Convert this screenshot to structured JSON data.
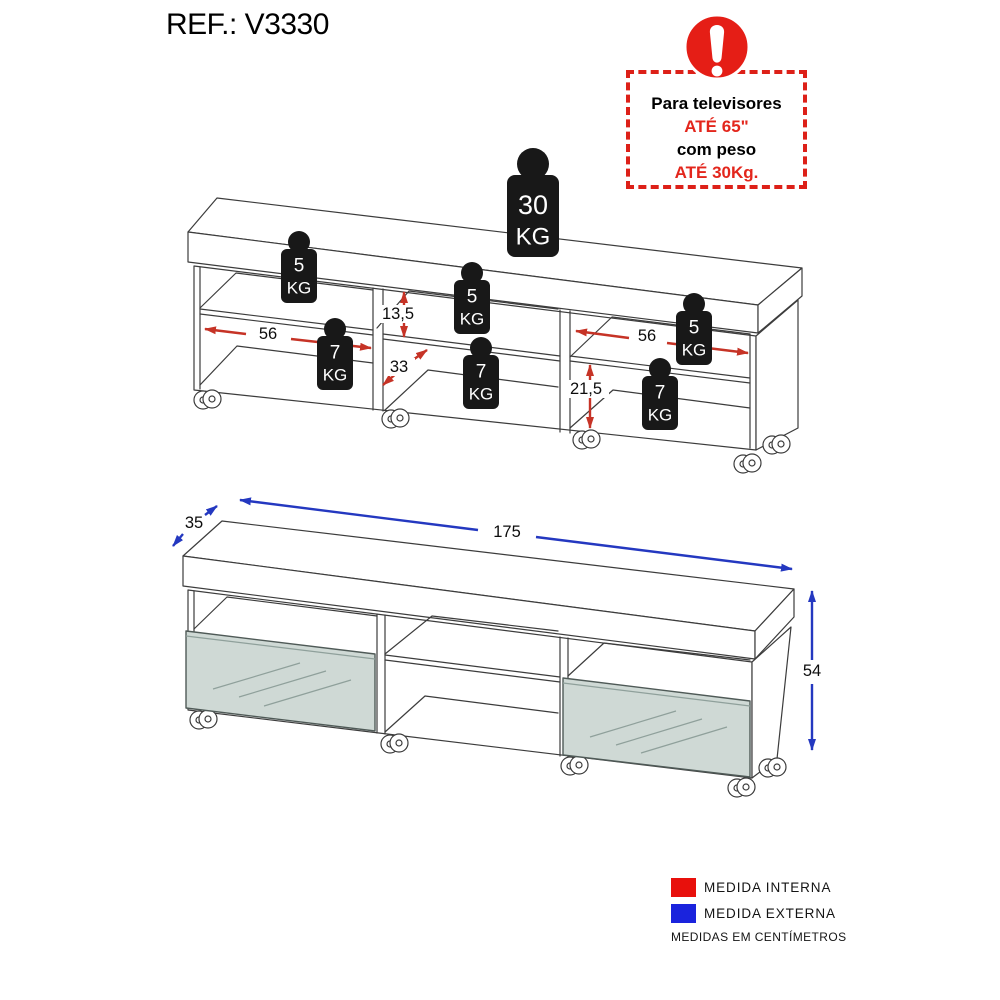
{
  "header": {
    "ref_label": "REF.: V3330"
  },
  "warning": {
    "lines": [
      "Para televisores",
      "ATÉ 65\"",
      "com peso",
      "ATÉ 30Kg."
    ]
  },
  "internal_diagram": {
    "weights": {
      "top": {
        "value": "30",
        "unit": "KG"
      },
      "left_upper": {
        "value": "5",
        "unit": "KG"
      },
      "middle_upper": {
        "value": "5",
        "unit": "KG"
      },
      "right_upper": {
        "value": "5",
        "unit": "KG"
      },
      "left_lower": {
        "value": "7",
        "unit": "KG"
      },
      "middle_lower": {
        "value": "7",
        "unit": "KG"
      },
      "right_lower": {
        "value": "7",
        "unit": "KG"
      }
    },
    "measurements": {
      "left_section_width": "56",
      "upper_shelf_height": "13,5",
      "shelf_depth": "33",
      "right_section_width": "56",
      "lower_shelf_height": "21,5"
    }
  },
  "external_diagram": {
    "measurements": {
      "depth": "35",
      "width": "175",
      "height": "54"
    }
  },
  "legend": {
    "items": [
      {
        "label": "MEDIDA INTERNA",
        "color": "#e8100c"
      },
      {
        "label": "MEDIDA EXTERNA",
        "color": "#1a23dd"
      }
    ],
    "note": "MEDIDAS EM CENTÍMETROS"
  },
  "colors": {
    "internal_arrow": "#c63326",
    "external_arrow": "#2438c0",
    "warning_red": "#e3261c"
  }
}
